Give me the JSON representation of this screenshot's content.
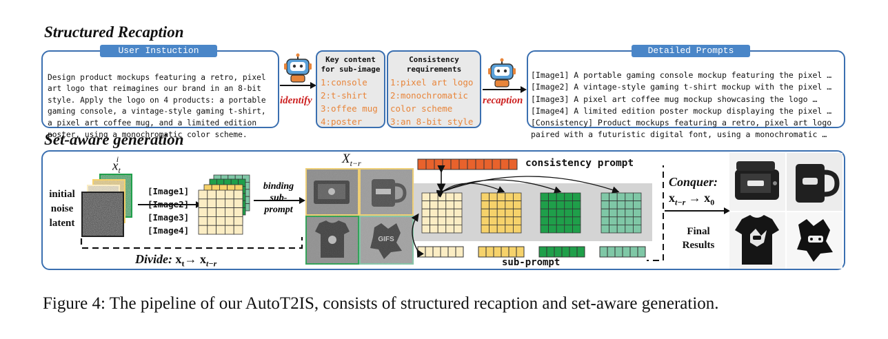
{
  "figure": {
    "caption": "Figure 4: The pipeline of our AutoT2IS, consists of structured recaption and set-aware generation."
  },
  "recaption": {
    "title": "Structured Recaption",
    "user_instruction": {
      "header": "User Instuction",
      "lines": [
        "Design product mockups featuring a retro, pixel",
        "art logo that reimagines our brand in an 8-bit",
        "style. Apply the logo on 4 products: a portable",
        "gaming console, a vintage-style gaming t-shirt,",
        "a pixel art coffee mug, and a limited edition",
        "poster, using a monochromatic color scheme."
      ]
    },
    "identify_label": "identify",
    "key_content": {
      "title_lines": [
        "Key content",
        "for sub-image"
      ],
      "items": [
        "1:console",
        "2:t-shirt",
        "3:offee mug",
        "4:poster"
      ]
    },
    "consistency": {
      "title_lines": [
        "Consistency",
        "requirements"
      ],
      "items": [
        "1:pixel art logo",
        "2:monochromatic",
        "color scheme",
        "3:an 8-bit style"
      ]
    },
    "recaption_label": "recaption",
    "detailed_prompts": {
      "header": "Detailed Prompts",
      "lines": [
        "[Image1] A portable gaming console mockup featuring the pixel …",
        "[Image2] A vintage-style gaming t-shirt mockup with the pixel …",
        "[Image3] A pixel art coffee mug mockup showcasing the logo …",
        "[Image4] A limited edition poster mockup displaying the pixel …",
        "[Consistency] Product mockups featuring a retro, pixel art logo",
        "paired with a futuristic digital font, using a monochromatic …"
      ]
    }
  },
  "generation": {
    "title": "Set-aware generation",
    "noise_label_lines": [
      "initial",
      "noise",
      "latent"
    ],
    "xt_label": "x",
    "xt_sub": "t",
    "xt_sup": "i",
    "image_tags": [
      "[Image1]",
      "[Image2]",
      "[Image3]",
      "[Image4]"
    ],
    "binding_lines": [
      "binding",
      "sub-",
      "prompt"
    ],
    "xtr_label": "X",
    "xtr_sub": "t−r",
    "poster_text": "GIFS",
    "consistency_prompt": "consistency prompt",
    "sub_prompt": "sub-prompt",
    "divide_label": "Divide:",
    "divide_formula": "x",
    "divide_sub_a": "t",
    "divide_arrow": "→",
    "divide_formula_b": "x",
    "divide_sub_b": "t−r",
    "conquer_label": "Conquer:",
    "conquer_formula": "x",
    "conquer_sub_a": "t−r",
    "conquer_arrow": "→",
    "conquer_formula_b": "x",
    "conquer_sub_b": "0",
    "final_lines": [
      "Final",
      "Results"
    ]
  },
  "colors": {
    "panel_border": "#3a6fb0",
    "header_blue": "#4a86c8",
    "orange": "#e8853a",
    "red_label": "#cc1f1f",
    "cream": "#fbedc4",
    "yellow": "#f6d26b",
    "green": "#1f9f4a",
    "teal": "#7fc7a6",
    "token_orange": "#e8622c"
  },
  "icons": [
    "robot-icon",
    "robot-icon"
  ]
}
